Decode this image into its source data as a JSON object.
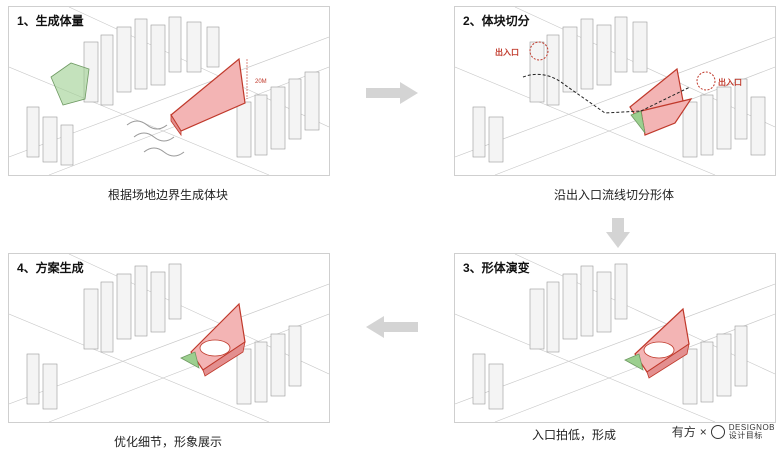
{
  "panels": [
    {
      "title": "1、生成体量",
      "caption": "根据场地边界生成体块"
    },
    {
      "title": "2、体块切分",
      "caption": "沿出入口流线切分形体"
    },
    {
      "title": "3、形体演变",
      "caption": "入口拍低，形成"
    },
    {
      "title": "4、方案生成",
      "caption": "优化细节，形象展示"
    }
  ],
  "labels": {
    "dimension": "20M",
    "entrance": "出入口"
  },
  "watermark": {
    "text": "有方",
    "brand_top": "DESIGNOB",
    "brand_bottom": "设计目标"
  },
  "colors": {
    "mass_fill": "#f3b4b4",
    "mass_stroke": "#c0392b",
    "green": "#9ccf8f",
    "arrow": "#d4d4d4"
  }
}
